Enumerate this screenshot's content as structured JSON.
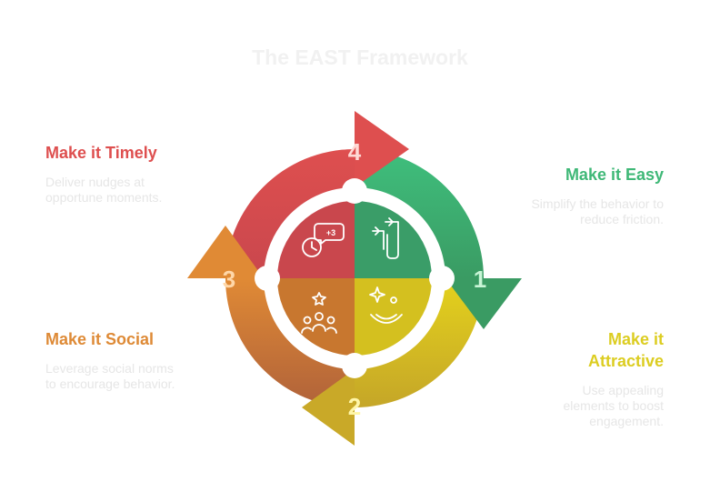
{
  "title": "The EAST Framework",
  "steps": [
    {
      "number": "1",
      "heading": "Make it Easy",
      "heading_lines": [
        "Make it Easy"
      ],
      "description": "Simplify the behavior to reduce friction.",
      "color": "#3fb877"
    },
    {
      "number": "2",
      "heading": "Make it Attractive",
      "heading_lines": [
        "Make it",
        "Attractive"
      ],
      "description": "Use appealing elements to boost engagement.",
      "color": "#dccd21"
    },
    {
      "number": "3",
      "heading": "Make it Social",
      "heading_lines": [
        "Make it Social"
      ],
      "description": "Leverage social norms to encourage behavior.",
      "color": "#de8a36"
    },
    {
      "number": "4",
      "heading": "Make it Timely",
      "heading_lines": [
        "Make it Timely"
      ],
      "description": "Deliver nudges at opportune moments.",
      "color": "#de4f4f"
    }
  ],
  "icons": [
    "stopwatch-plus-icon",
    "pathway-arrows-icon",
    "sparkle-smile-icon",
    "group-star-icon"
  ]
}
